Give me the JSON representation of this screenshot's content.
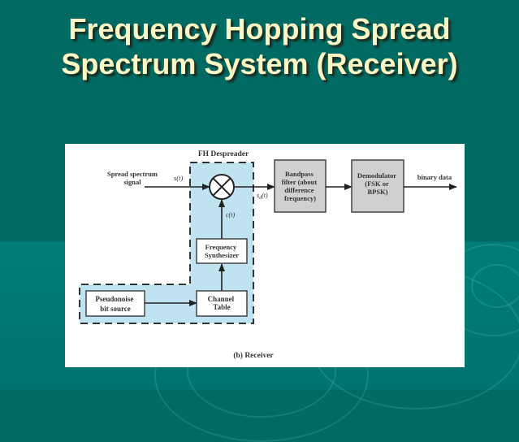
{
  "slide": {
    "title_line1": "Frequency Hopping Spread",
    "title_line2": "Spectrum System (Receiver)",
    "colors": {
      "background_top": "#006a63",
      "background_bottom": "#007d79",
      "title": "#fbf6c4",
      "despreader_fill": "#bfe3f0",
      "block_fill": "#d0d0d0"
    }
  },
  "diagram": {
    "group_label": "FH Despreader",
    "input_label_line1": "Spread spectrum",
    "input_label_line2": "signal",
    "input_signal": "s(t)",
    "mixer_output_signal": "s",
    "mixer_output_sub": "d",
    "mixer_output_suffix": "(t)",
    "carrier_signal": "c(t)",
    "blocks": {
      "bandpass": [
        "Bandpass",
        "filter (about",
        "difference",
        "frequency)"
      ],
      "demodulator": [
        "Demodulator",
        "(FSK or",
        "BPSK)"
      ],
      "freq_synth": [
        "Frequency",
        "Synthesizer"
      ],
      "channel_table": [
        "Channel",
        "Table"
      ],
      "pn_source": [
        "Pseudonoise",
        "bit source"
      ]
    },
    "output_label": "binary data",
    "caption": "(b) Receiver"
  }
}
